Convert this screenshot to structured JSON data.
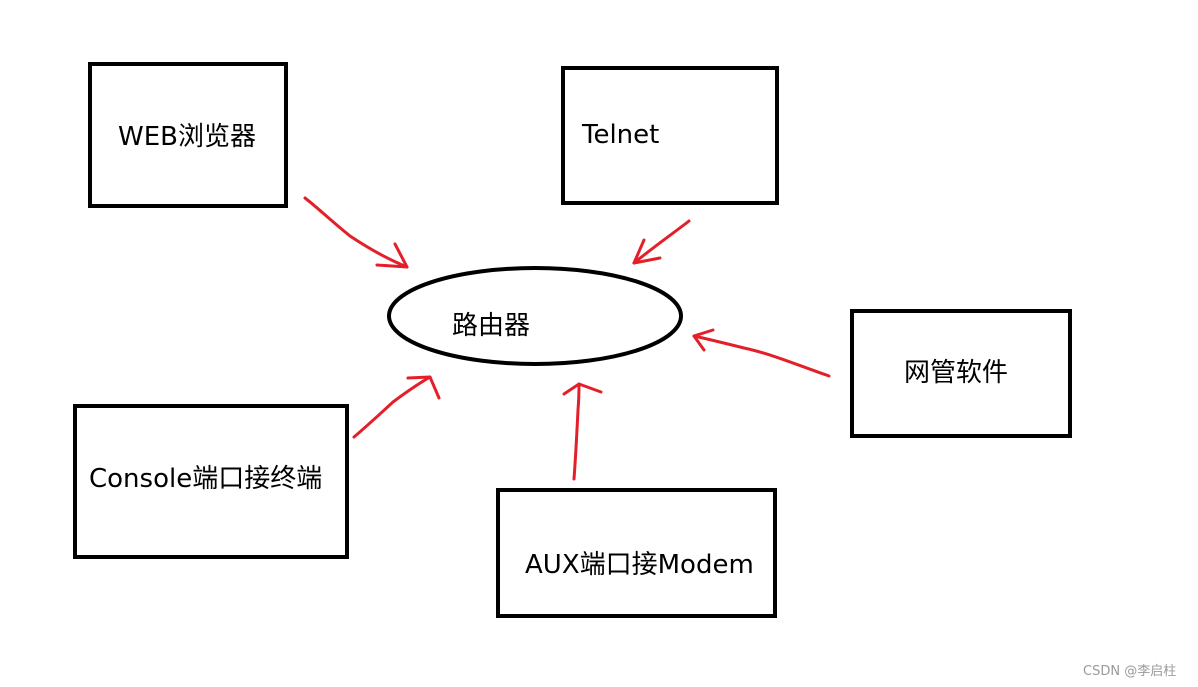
{
  "diagram": {
    "center": {
      "label": "路由器"
    },
    "nodes": {
      "web": {
        "label": "WEB浏览器"
      },
      "telnet": {
        "label": "Telnet"
      },
      "nms": {
        "label": "网管软件"
      },
      "console": {
        "label": "Console端口接终端"
      },
      "aux": {
        "label": "AUX端口接Modem"
      }
    }
  },
  "watermark": {
    "text": "CSDN @李启柱"
  },
  "colors": {
    "arrow": "#e3202a",
    "stroke": "#000000",
    "background": "#ffffff",
    "watermark": "#9a9a9a"
  }
}
